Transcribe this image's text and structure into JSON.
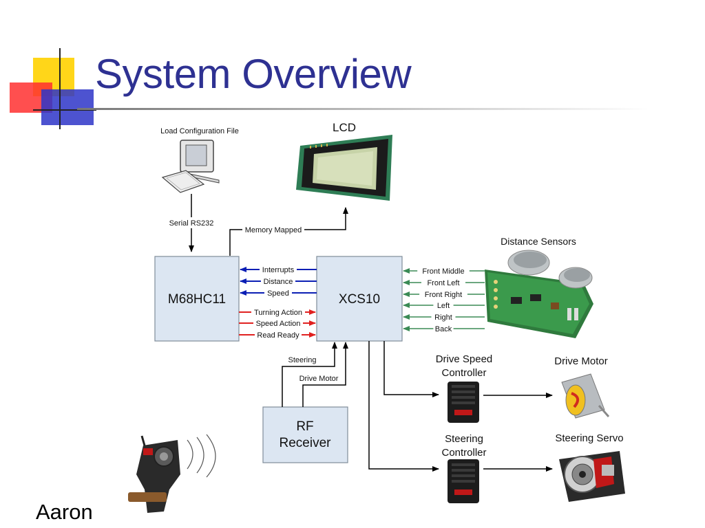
{
  "slide": {
    "title": "System Overview",
    "footer": "Aaron"
  },
  "diagram": {
    "blocks": {
      "m68hc11": "M68HC11",
      "xcs10": "XCS10",
      "rf_receiver_line1": "RF",
      "rf_receiver_line2": "Receiver"
    },
    "devices": {
      "pc": "Load Configuration File",
      "lcd": "LCD",
      "distance_sensors": "Distance Sensors",
      "drive_speed_controller_line1": "Drive Speed",
      "drive_speed_controller_line2": "Controller",
      "drive_motor": "Drive Motor",
      "steering_controller_line1": "Steering",
      "steering_controller_line2": "Controller",
      "steering_servo": "Steering Servo"
    },
    "links": {
      "serial": "Serial RS232",
      "memory_mapped": "Memory Mapped",
      "interrupts": "Interrupts",
      "distance": "Distance",
      "speed": "Speed",
      "turning_action": "Turning Action",
      "speed_action": "Speed Action",
      "read_ready": "Read Ready",
      "steering": "Steering",
      "drive_motor": "Drive Motor"
    },
    "sensor_links": [
      "Front Middle",
      "Front Left",
      "Front Right",
      "Left",
      "Right",
      "Back"
    ],
    "colors": {
      "title": "#2E3192",
      "block_fill": "#DCE6F2",
      "block_stroke": "#7F8C99",
      "blue_arrow": "#0A1EB4",
      "red_arrow": "#E0201F",
      "green_arrow": "#3A8A55",
      "black": "#000000"
    }
  }
}
